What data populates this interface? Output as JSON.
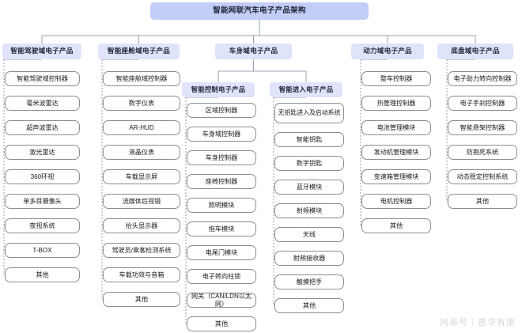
{
  "root": {
    "label": "智能网联汽车电子产品架构"
  },
  "watermark": {
    "text": "网易号｜普华有策"
  },
  "colors": {
    "root_fill": "#c3cdf8",
    "domain_fill": "#dfe4fb",
    "leaf_fill": "#ffffff",
    "leaf_border": "#8d8d8d",
    "wire": "#9aa0ad"
  },
  "columns": [
    {
      "id": "intelligent-driving",
      "header": "智能驾驶域电子产品",
      "items": [
        "智能驾驶域控制器",
        "毫米波雷达",
        "超声波雷达",
        "激光雷达",
        "360环视",
        "单多目摄像头",
        "夜视系统",
        "T-BOX",
        "其他"
      ]
    },
    {
      "id": "intelligent-cockpit",
      "header": "智能座舱域电子产品",
      "items": [
        "智能座舱域控制器",
        "数字仪表",
        "AR-HUD",
        "液晶仪表",
        "车载显示屏",
        "流媒体后视镜",
        "抬头显示器",
        "驾驶员/乘客检测系统",
        "车载功效与音箱",
        "其他"
      ]
    },
    {
      "id": "body-intelligent-control",
      "header": "智能控制电子产品",
      "items": [
        "区域控制器",
        "车身域控制器",
        "车身控制器",
        "座椅控制器",
        "照明模块",
        "拖车模块",
        "电尾门模块",
        "电子转向柱锁",
        "网关（CAN/LDN以太网）",
        "其他"
      ]
    },
    {
      "id": "body-intelligent-entry",
      "header": "智能进入电子产品",
      "items": [
        "无钥匙进入及启动系统",
        "智能钥匙",
        "数字钥匙",
        "蓝牙模块",
        "射频模块",
        "天线",
        "射频接收器",
        "触摸把手",
        "其他"
      ]
    },
    {
      "id": "powertrain",
      "header": "动力域电子产品",
      "items": [
        "整车控制器",
        "热管理控制器",
        "电池管理模块",
        "发动机管理模块",
        "变速箱管理模块",
        "电机控制器",
        "其他"
      ]
    },
    {
      "id": "chassis",
      "header": "底盘域电子产品",
      "items": [
        "电子助力转向控制器",
        "电子手刹控制器",
        "智能悬架控制器",
        "防抱死系统",
        "动态稳定控制系统",
        "其他"
      ]
    }
  ],
  "body_domain": {
    "header": "车身域电子产品"
  }
}
